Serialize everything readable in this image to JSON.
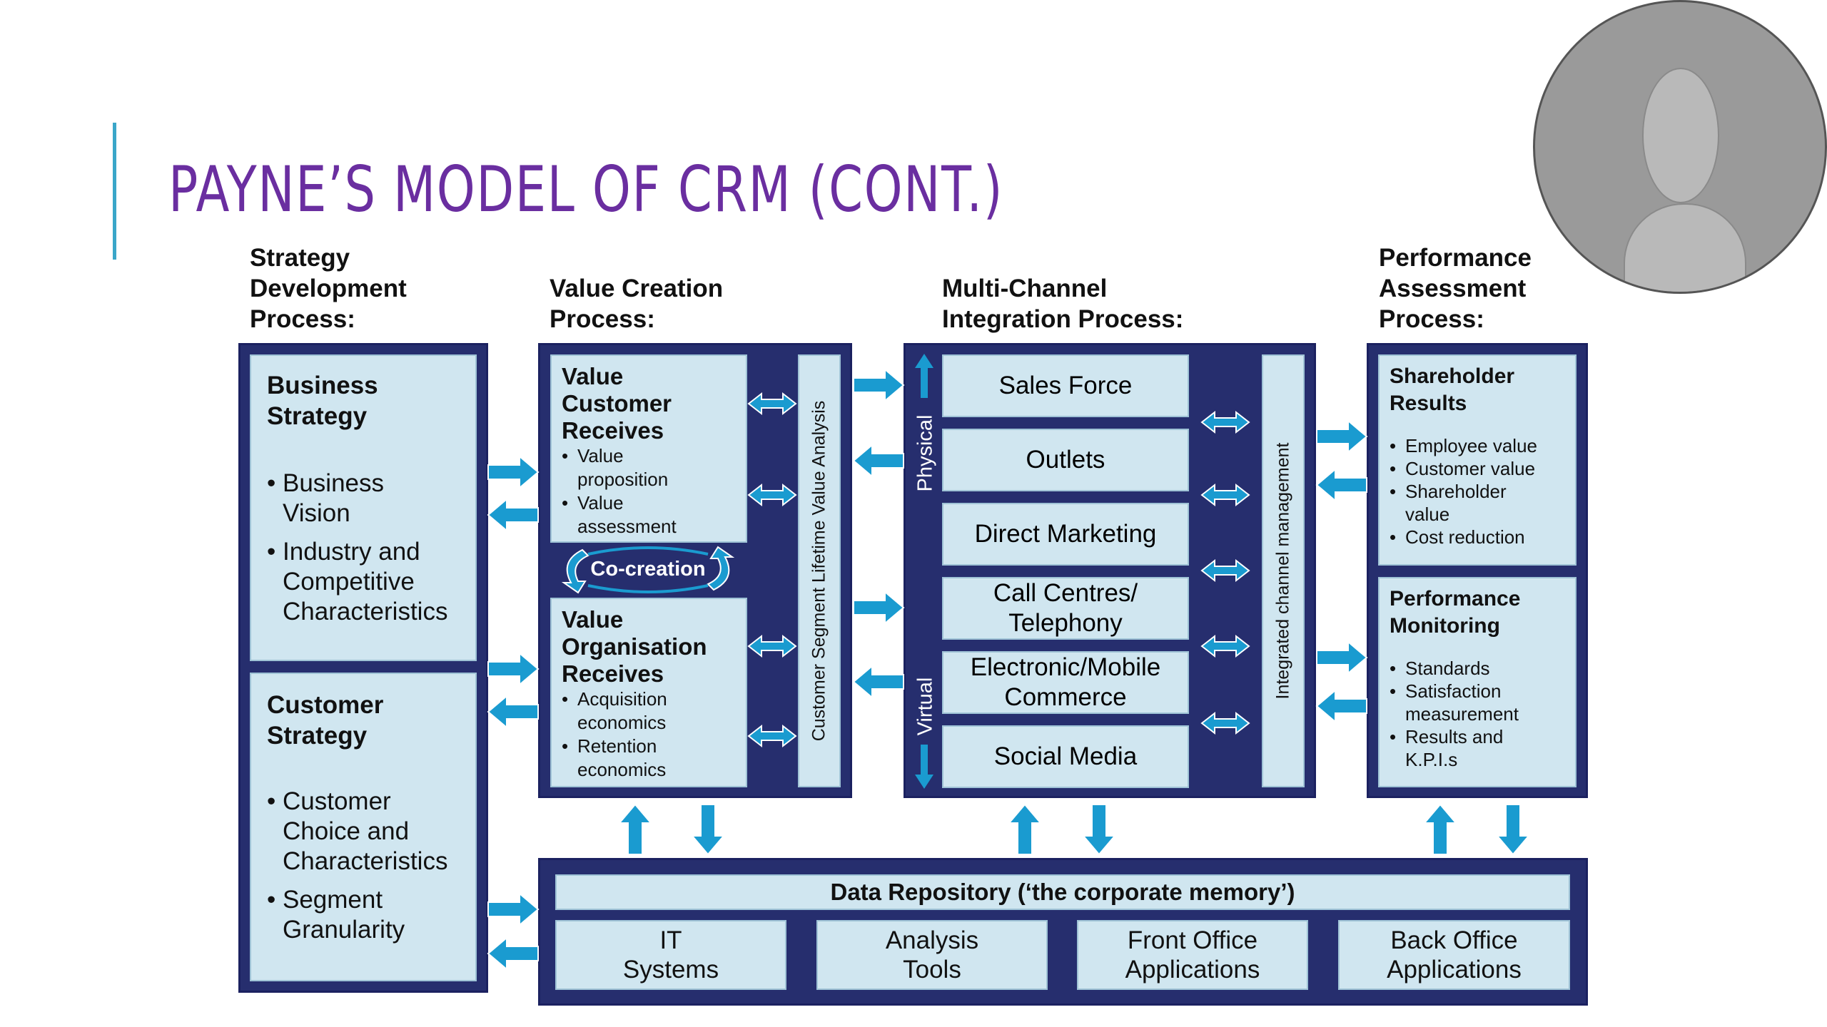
{
  "slide": {
    "title": "PAYNE’S MODEL OF CRM (CONT.)"
  },
  "colors": {
    "navy": "#262e6e",
    "light_box": "#d0e6f0",
    "arrow": "#1a9bd0",
    "title": "#6a2ea0",
    "accent": "#3aa6c9"
  },
  "headings": {
    "strategy": "Strategy\nDevelopment\nProcess:",
    "value": "Value Creation\nProcess:",
    "multichannel": "Multi-Channel\nIntegration Process:",
    "performance": "Performance\nAssessment\nProcess:"
  },
  "strategy": {
    "business": {
      "title": "Business\nStrategy",
      "bullets": [
        "Business\nVision",
        "Industry and\nCompetitive\nCharacteristics"
      ]
    },
    "customer": {
      "title": "Customer\nStrategy",
      "bullets": [
        "Customer\nChoice and\nCharacteristics",
        "Segment\nGranularity"
      ]
    }
  },
  "value_creation": {
    "customer": {
      "title": "Value\nCustomer\nReceives",
      "bullets": [
        "Value\nproposition",
        "Value\nassessment"
      ]
    },
    "cocreation": "Co-creation",
    "organisation": {
      "title": "Value\nOrganisation\nReceives",
      "bullets": [
        "Acquisition\neconomics",
        "Retention\neconomics"
      ]
    },
    "side_label": "Customer Segment Lifetime Value Analysis"
  },
  "multichannel": {
    "physical_label": "Physical",
    "virtual_label": "Virtual",
    "channels": [
      "Sales Force",
      "Outlets",
      "Direct Marketing",
      "Call Centres/\nTelephony",
      "Electronic/Mobile\nCommerce",
      "Social Media"
    ],
    "side_label": "Integrated channel management"
  },
  "performance": {
    "shareholder": {
      "title": "Shareholder\nResults",
      "bullets": [
        "Employee value",
        "Customer value",
        "Shareholder\nvalue",
        "Cost reduction"
      ]
    },
    "monitoring": {
      "title": "Performance\nMonitoring",
      "bullets": [
        "Standards",
        "Satisfaction\nmeasurement",
        "Results and\nK.P.I.s"
      ]
    }
  },
  "data_repository": {
    "title": "Data Repository (‘the corporate memory’)",
    "cells": [
      "IT\nSystems",
      "Analysis\nTools",
      "Front Office\nApplications",
      "Back Office\nApplications"
    ]
  }
}
